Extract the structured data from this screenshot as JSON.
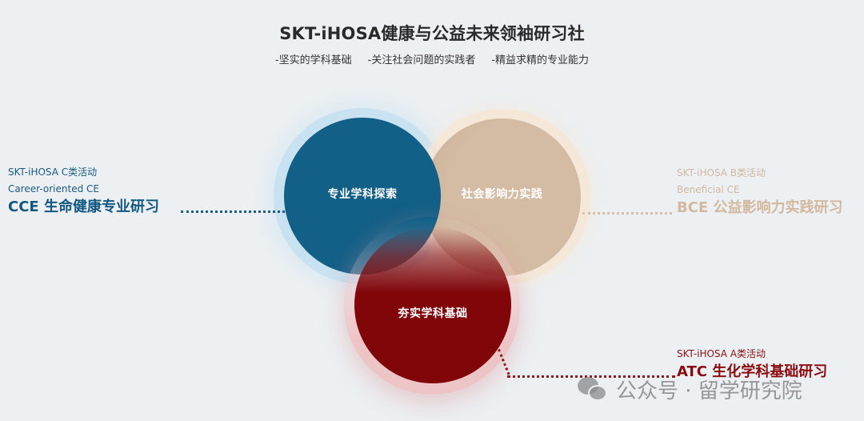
{
  "header": {
    "title": "SKT-iHOSA健康与公益未来领袖研习社",
    "taglines": [
      "-坚实的学科基础",
      "-关注社会问题的实践者",
      "-精益求精的专业能力"
    ]
  },
  "circles": {
    "blue": {
      "label": "专业学科探索",
      "color": "#125f87"
    },
    "tan": {
      "label": "社会影响力实践",
      "color": "#d4bca4"
    },
    "red": {
      "label": "夯实学科基础",
      "color": "#800508"
    }
  },
  "activities": {
    "c": {
      "category": "SKT-iHOSA C类活动",
      "english": "Career-oriented CE",
      "name": "CCE 生命健康专业研习",
      "color": "#135882"
    },
    "b": {
      "category": "SKT-iHOSA B类活动",
      "english": "Beneficial CE",
      "name": "BCE 公益影响力实践研习",
      "color": "#d4b99f"
    },
    "a": {
      "category": "SKT-iHOSA A类活动",
      "name": "ATC 生化学科基础研习",
      "color": "#8a0d10"
    }
  },
  "watermark": {
    "icon": "wechat-icon",
    "text": "公众号 · 留学研究院"
  },
  "background": "#ecf0f3"
}
